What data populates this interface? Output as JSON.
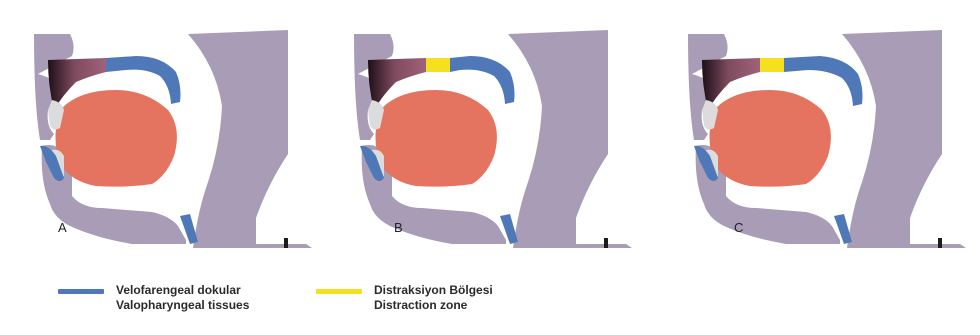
{
  "panels": [
    {
      "label": "A"
    },
    {
      "label": "B"
    },
    {
      "label": "C"
    }
  ],
  "legend": [
    {
      "line1": "Velofarengeal dokular",
      "line2": "Valopharyngeal tissues",
      "color": "#4f78b8"
    },
    {
      "line1": "Distraksiyon Bölgesi",
      "line2": "Distraction zone",
      "color": "#f5e020"
    }
  ],
  "colors": {
    "soft_tissue": "#a99cb6",
    "tongue": "#e4735f",
    "palate": "#9b5b73",
    "velopharyngeal": "#4f78b8",
    "distraction": "#f5e020",
    "teeth": "#dcdcdc",
    "dark_accent": "#1b1b1b"
  }
}
